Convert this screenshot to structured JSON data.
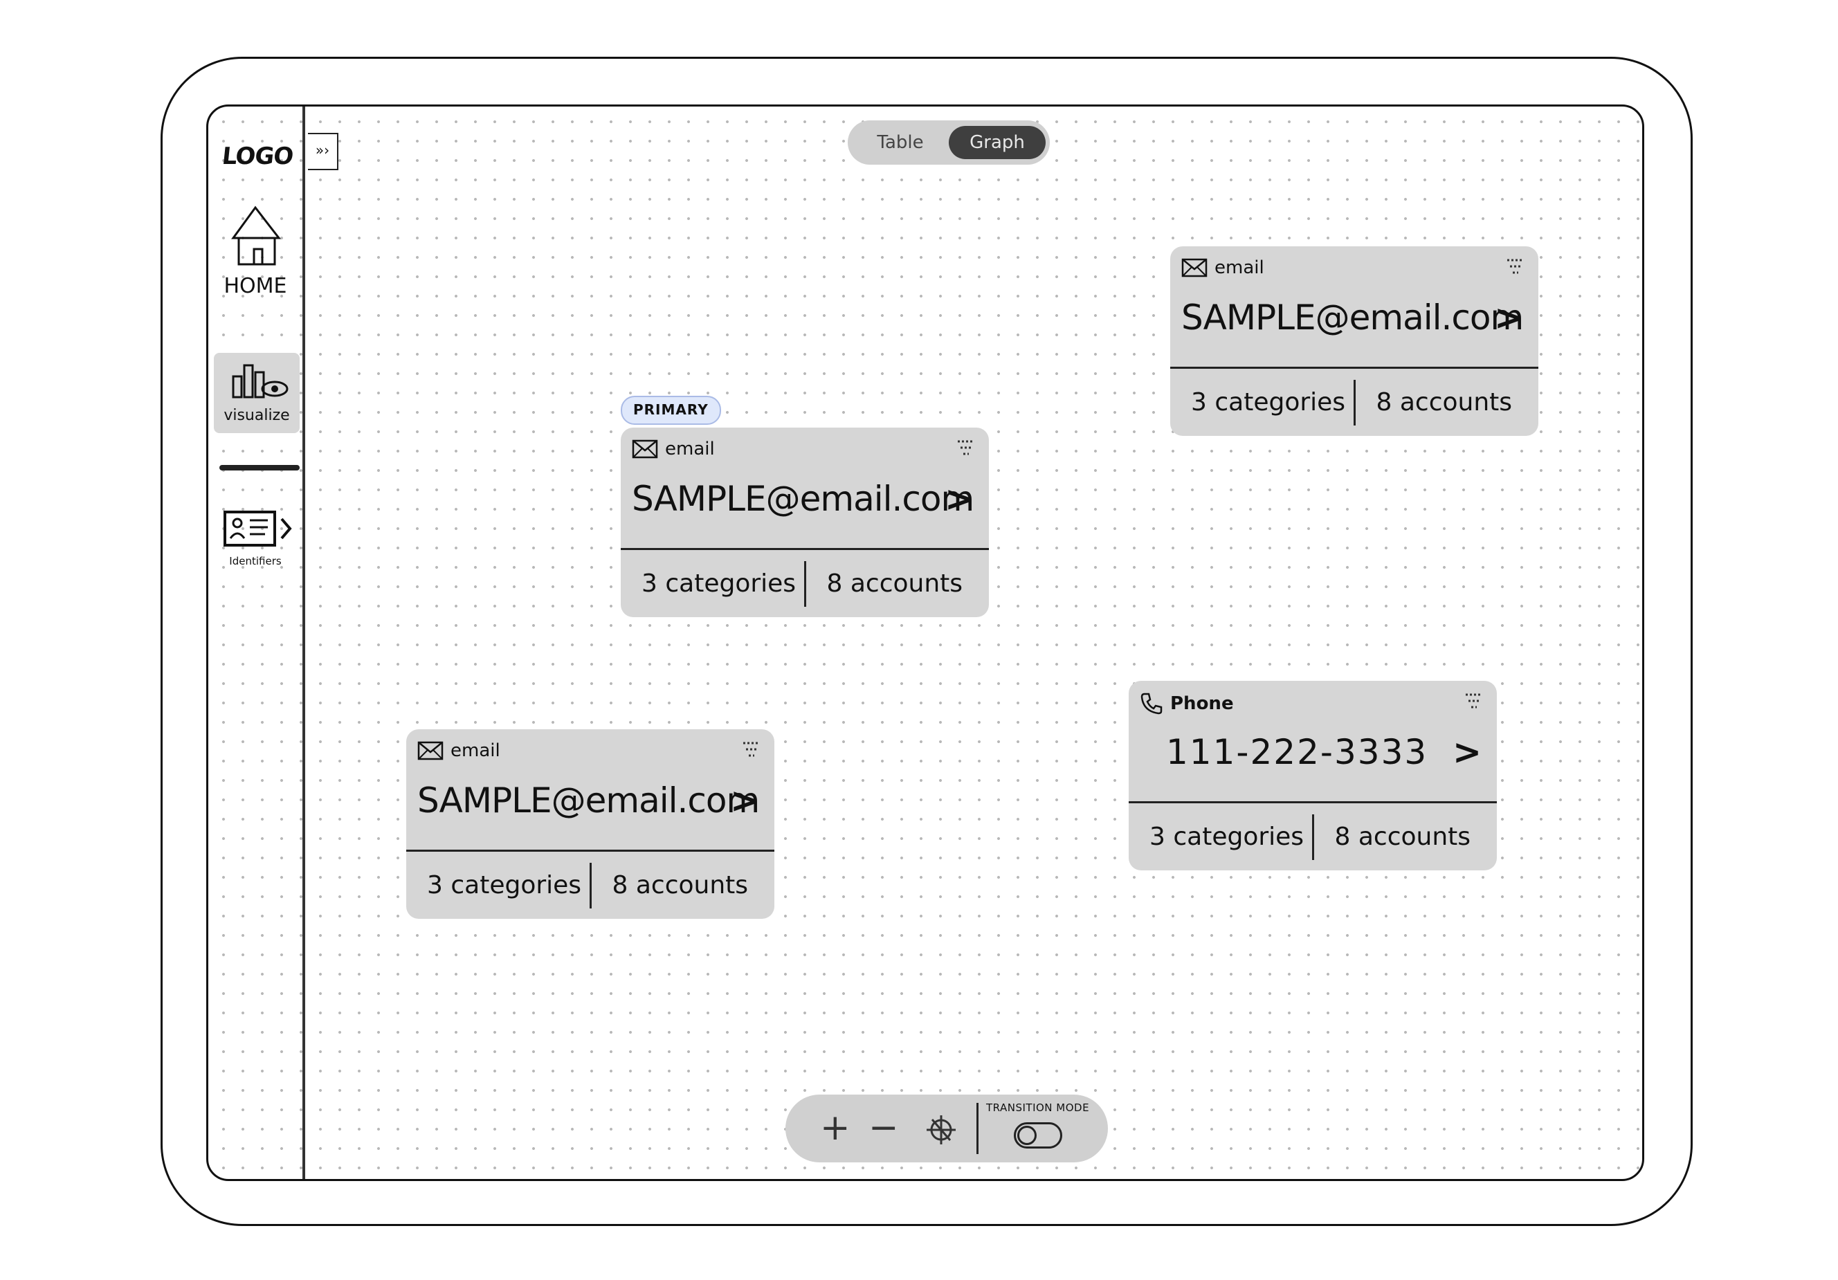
{
  "sidebar": {
    "logo": "LOGO",
    "collapse_label": "»›",
    "items": [
      {
        "label": "HOME",
        "icon": "house-icon"
      },
      {
        "label": "visualize",
        "icon": "bar-chart-eye-icon",
        "active": true
      },
      {
        "label": "Identifiers",
        "icon": "id-card-icon"
      }
    ]
  },
  "view_toggle": {
    "options": [
      "Table",
      "Graph"
    ],
    "selected": "Graph"
  },
  "cards": [
    {
      "badge": "PRIMARY",
      "type_label": "email",
      "type_icon": "envelope-icon",
      "value": "SAMPLE@email.com",
      "categories": "3 categories",
      "accounts": "8 accounts"
    },
    {
      "type_label": "email",
      "type_icon": "envelope-icon",
      "value": "SAMPLE@email.com",
      "categories": "3 categories",
      "accounts": "8 accounts"
    },
    {
      "type_label": "email",
      "type_icon": "envelope-icon",
      "value": "SAMPLE@email.com",
      "categories": "3 categories",
      "accounts": "8 accounts"
    },
    {
      "type_label": "Phone",
      "type_icon": "phone-icon",
      "value": "111-222-3333",
      "categories": "3 categories",
      "accounts": "8 accounts"
    }
  ],
  "chevron": ">",
  "zoom_controls": {
    "zoom_in": "+",
    "zoom_out": "−",
    "transition_mode_label": "TRANSITION MODE",
    "transition_mode_on": false
  },
  "colors": {
    "card_bg": "#d6d6d6",
    "toggle_active": "#3f3f3f",
    "badge_bg": "#dfe8fb"
  }
}
